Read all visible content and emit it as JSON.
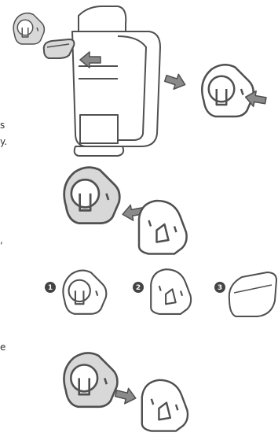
{
  "text_fragments": [
    "s",
    "y.",
    ",",
    "e"
  ],
  "step_numbers": [
    "1",
    "2",
    "3"
  ],
  "colors": {
    "stroke": "#505050",
    "shaded_fill": "#d8d8d8",
    "arrow_fill": "#8a8a8a",
    "white": "#ffffff",
    "badge_fill": "#444444"
  },
  "icons": [
    "brewer-icon",
    "water-filter-holder-icon",
    "filter-cartridge-icon",
    "arrow-icon"
  ]
}
